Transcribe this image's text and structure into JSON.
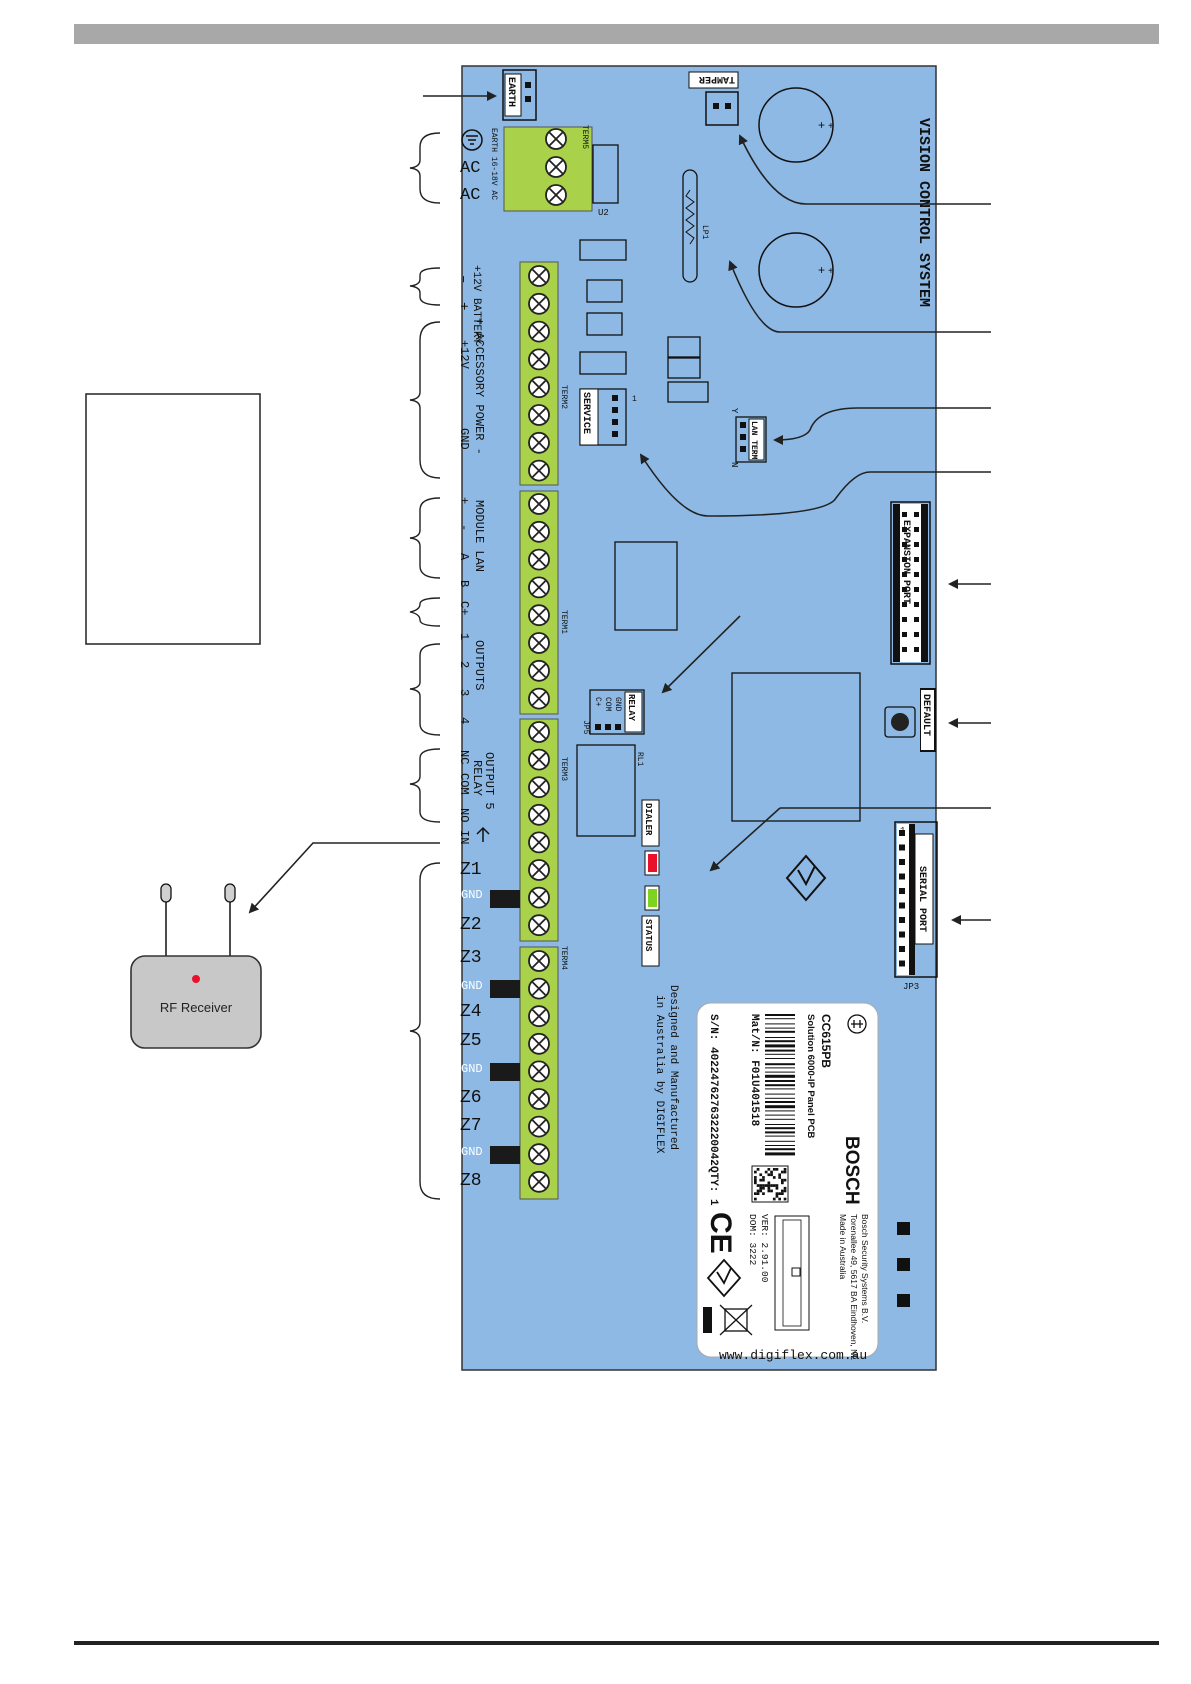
{
  "board": {
    "title": "VISION CONTROL SYSTEM",
    "website": "www.digiflex.com.au",
    "designed_by": [
      "Designed and Manufactured",
      "in Australia by DIGIFLEX"
    ]
  },
  "connectors": {
    "earth": "EARTH",
    "tamper": "TAMPER",
    "service": "SERVICE",
    "lan_term": "LAN TERM",
    "lan_term_y": "Y",
    "lan_term_n": "N",
    "expansion_port": "EXPANSION PORT",
    "default": "DEFAULT",
    "serial_port": "SERIAL PORT",
    "relay": "RELAY",
    "relay_pins": [
      "GND",
      "COM",
      "C+"
    ],
    "jp5": "JP5",
    "jp3": "JP3",
    "jp3_pin": "1",
    "rl1": "RL1",
    "u2": "U2",
    "lp1": "LP1",
    "service_pin": "1",
    "dialer": "DIALER",
    "status": "STATUS"
  },
  "terminals": {
    "term5": "TERM5",
    "term2": "TERM2",
    "term1": "TERM1",
    "term3": "TERM3",
    "term4": "TERM4",
    "earth_ac_label": "EARTH 16-18V AC",
    "ac1": "AC",
    "ac2": "AC",
    "battery_title": "+12V BATTERY",
    "battery_minus": "–",
    "battery_plus": "+",
    "accessory_title": "+ ACCESSORY POWER -",
    "accessory_12v": "+12V",
    "accessory_gnd": "GND",
    "module_lan_title": "MODULE LAN",
    "module_lan_pins": [
      "+",
      "-",
      "A",
      "B"
    ],
    "c_plus": "C+",
    "outputs_title": "OUTPUTS",
    "outputs_pins": [
      "1",
      "2",
      "3",
      "4"
    ],
    "output5_title": "OUTPUT 5",
    "relay_title": "RELAY",
    "output5_pins": [
      "NC",
      "COM",
      "NO"
    ],
    "in_label": "IN",
    "zones": [
      "Z1",
      "GND",
      "Z2",
      "Z3",
      "GND",
      "Z4",
      "Z5",
      "GND",
      "Z6",
      "Z7",
      "GND",
      "Z8"
    ]
  },
  "label_sticker": {
    "brand": "BOSCH",
    "model": "CC615PB",
    "product": "Solution 6000-IP Panel PCB",
    "mat_no": "Mat/N: F01U401518",
    "serial": "S/N: 402247627632220042",
    "qty": "QTY: 1",
    "address1": "Bosch Security Systems B.V.",
    "address2": "Torenallee 49, 5617 BA Eindhoven, NL",
    "address3": "Made in Australia",
    "version": "VER: 2.91.00",
    "dom": "DOM: 3222"
  },
  "rf_receiver": {
    "label": "RF Receiver"
  },
  "colors": {
    "board": "#8db9e4",
    "terminal": "#a9d14a",
    "header_bar": "#a8a8a8",
    "receiver": "#c8c8c8",
    "led_red": "#e8102a",
    "led_green": "#7ed321"
  }
}
